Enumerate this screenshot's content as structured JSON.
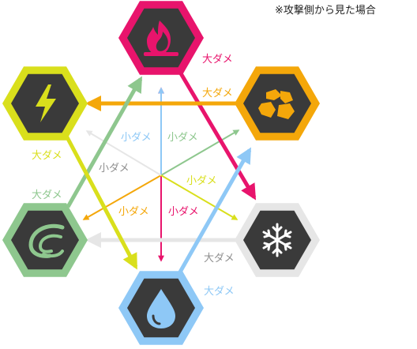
{
  "note": "※攻撃側から見た場合",
  "labels": {
    "big": "大ダメ",
    "small": "小ダメ"
  },
  "elements": {
    "fire": {
      "name": "fire-hexagon",
      "icon": "fire-icon",
      "color": "#e8146c"
    },
    "earth": {
      "name": "earth-hexagon",
      "icon": "rocks-icon",
      "color": "#f4a70a"
    },
    "ice": {
      "name": "ice-hexagon",
      "icon": "snowflake-icon",
      "color": "#e6e6e6"
    },
    "water": {
      "name": "water-hexagon",
      "icon": "water-drop-icon",
      "color": "#8ec8f6"
    },
    "wind": {
      "name": "wind-hexagon",
      "icon": "wind-icon",
      "color": "#8ec78e"
    },
    "thunder": {
      "name": "thunder-hexagon",
      "icon": "lightning-icon",
      "color": "#d9df1c"
    }
  },
  "colors": {
    "hex_inner": "#3a3a3a",
    "fire": "#e8146c",
    "earth": "#f4a70a",
    "ice": "#e6e6e6",
    "water": "#8ec8f6",
    "wind": "#8ec78e",
    "thunder": "#d9df1c"
  }
}
